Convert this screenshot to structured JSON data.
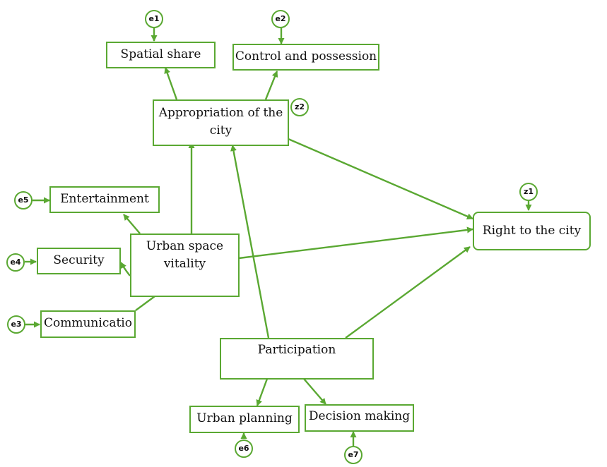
{
  "nodes": {
    "spatial_share": "Spatial share",
    "control_possession": "Control and possession",
    "appropriation_line1": "Appropriation of the",
    "appropriation_line2": "city",
    "entertainment": "Entertainment",
    "security": "Security",
    "communication": "Communicatio",
    "vitality_line1": "Urban space",
    "vitality_line2": "vitality",
    "right_to_city": "Right to the city",
    "participation": "Participation",
    "urban_planning": "Urban planning",
    "decision_making": "Decision making"
  },
  "errors": {
    "e1": "e1",
    "e2": "e2",
    "e3": "e3",
    "e4": "e4",
    "e5": "e5",
    "e6": "e6",
    "e7": "e7",
    "z1": "z1",
    "z2": "z2"
  },
  "colors": {
    "stroke": "#5aa832"
  }
}
